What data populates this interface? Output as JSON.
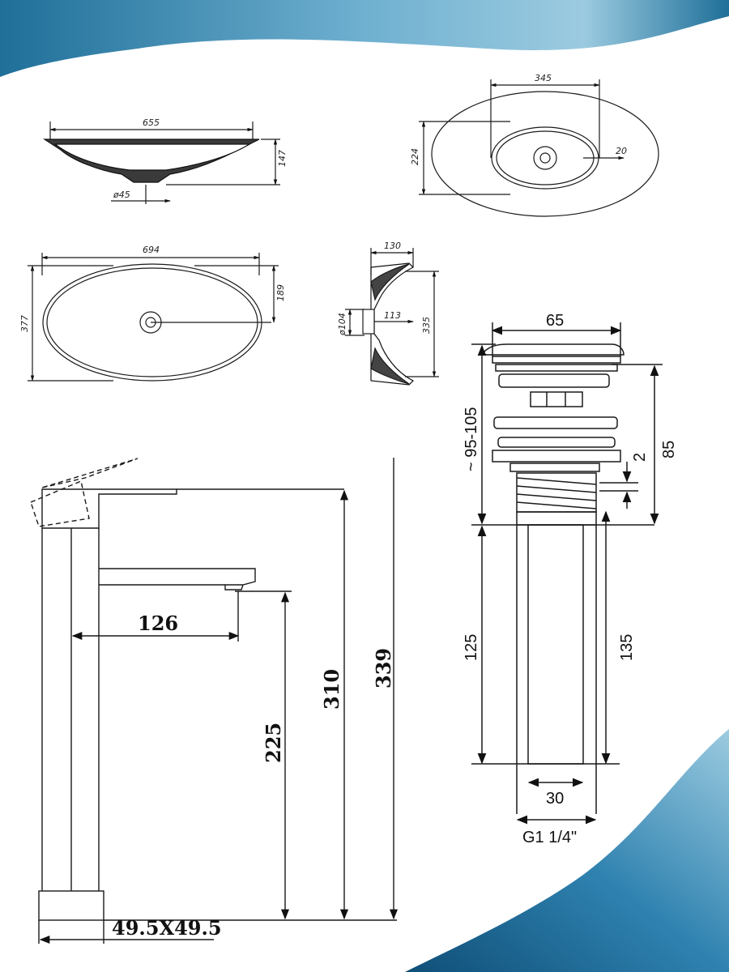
{
  "colors": {
    "wave_dark": "#1f6f99",
    "wave_light": "#9ccbe0",
    "line": "#1a1a1a"
  },
  "basin_side": {
    "width": "655",
    "height": "147",
    "drain": "ø45"
  },
  "basin_top_small": {
    "length": "345",
    "width": "224",
    "offset": "20"
  },
  "basin_top_large": {
    "length": "694",
    "width": "377",
    "half_width": "189"
  },
  "basin_section": {
    "top": "130",
    "height": "335",
    "depth": "113",
    "drain": "ø104"
  },
  "drain_plug": {
    "cap_width": "65",
    "stroke": "~ 95-105",
    "body_height": "85",
    "gap": "2",
    "pipe_length": "125",
    "pipe_total": "135",
    "pipe_width": "30",
    "thread": "G1 1/4\""
  },
  "faucet": {
    "reach": "126",
    "spout_height": "225",
    "body_height": "310",
    "total_height": "339",
    "base": "49.5X49.5"
  }
}
